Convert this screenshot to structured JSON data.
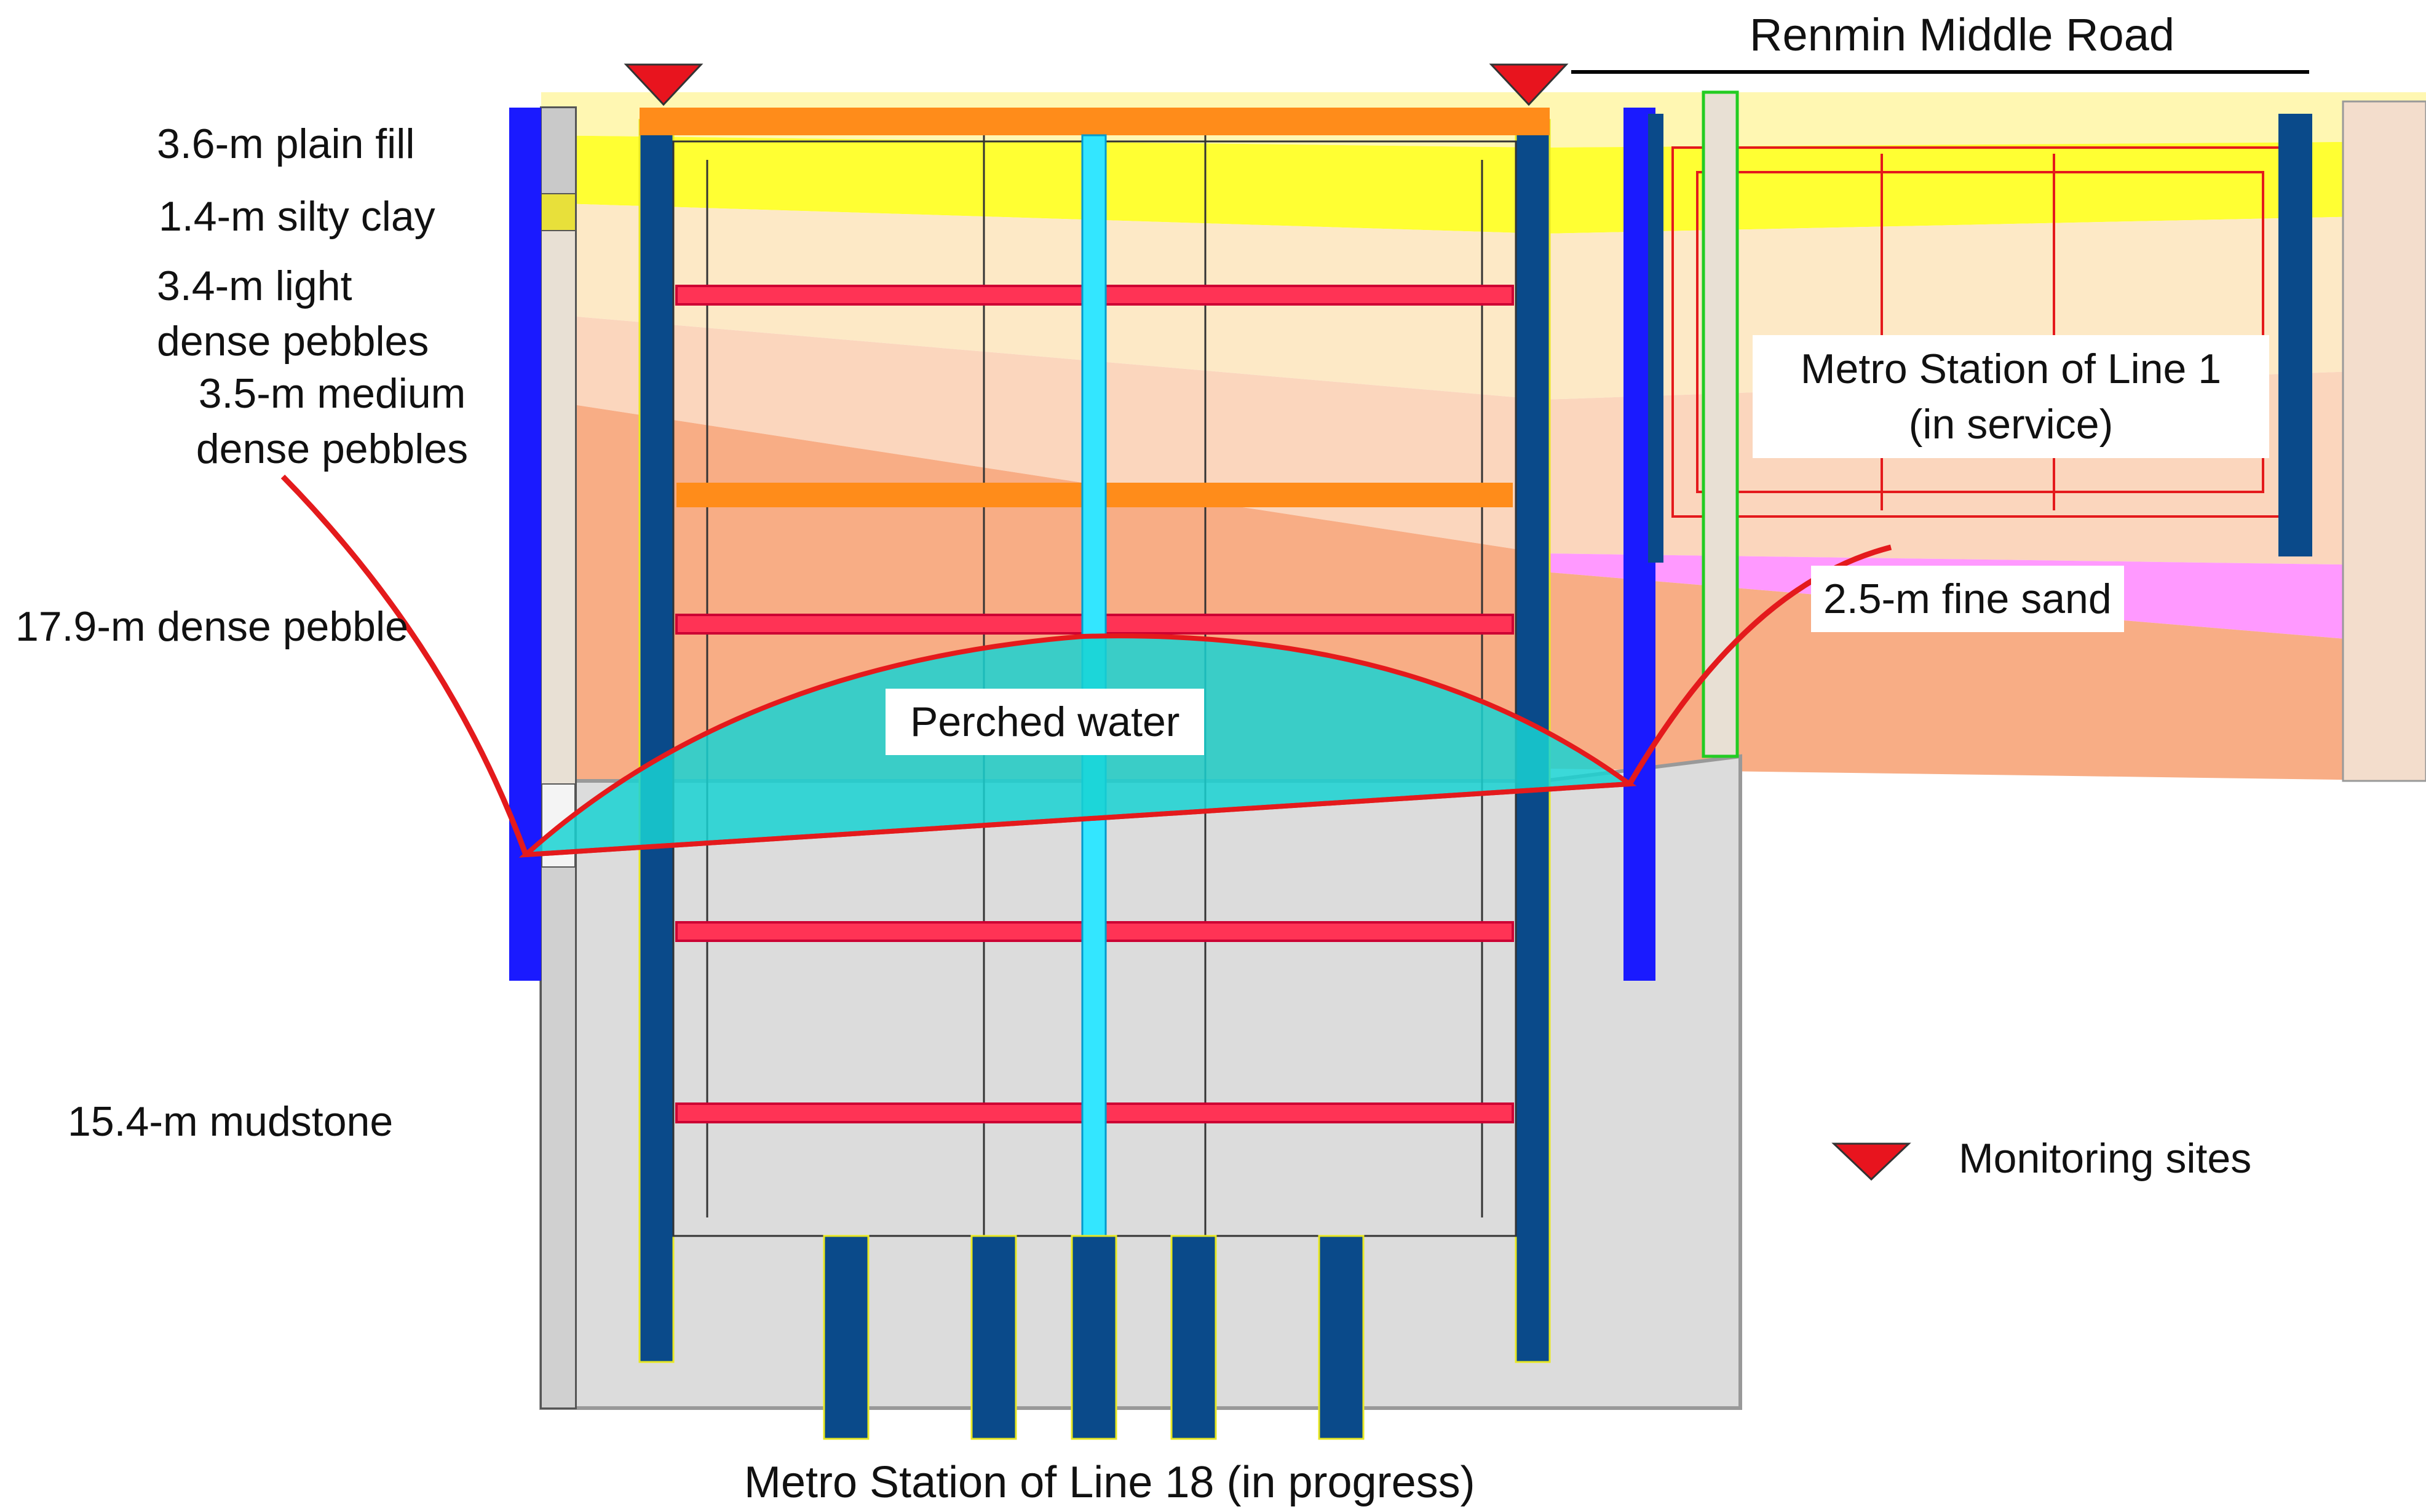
{
  "road_label": "Renmin Middle Road",
  "soil_layers": [
    {
      "label": "3.6-m plain fill",
      "color": "#fff7b2"
    },
    {
      "label": "1.4-m silty clay",
      "color": "#ffff33"
    },
    {
      "label": "3.4-m light dense pebbles",
      "color": "#fde9c6"
    },
    {
      "label": "3.5-m medium dense pebbles",
      "color": "#fbd6bd"
    },
    {
      "label": "17.9-m dense pebble",
      "color": "#f8ad85"
    },
    {
      "label": "2.5-m fine sand",
      "color": "#ff99ff"
    },
    {
      "label": "15.4-m mudstone",
      "color": "#dcdcdc"
    }
  ],
  "line1_station": {
    "line1": "Metro Station of Line 1",
    "line2": "(in service)"
  },
  "perched_water": {
    "label": "Perched water",
    "color": "#19d2d2"
  },
  "line18_station": {
    "label": "Metro Station of Line 18 (in progress)"
  },
  "legend": {
    "label": "Monitoring sites",
    "marker_color": "#e8141e"
  },
  "colors": {
    "diaphragm_wall": "#0a4a8a",
    "pile_wall": "#1a1aff",
    "concrete_strut": "#ff8c1a",
    "steel_strut": "#ff3355",
    "column": "#33e6ff",
    "outline": "#e41a1c"
  }
}
